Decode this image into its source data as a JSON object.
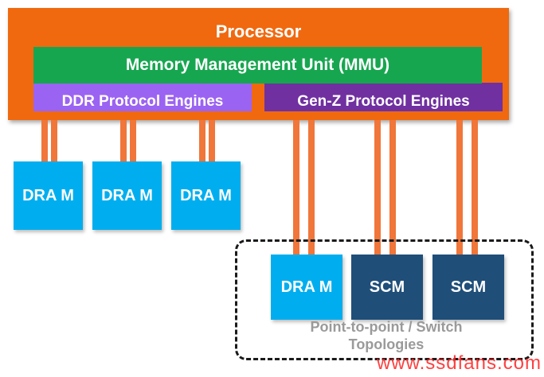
{
  "processor": {
    "label": "Processor",
    "mmu_label": "Memory Management Unit (MMU)",
    "ddr_engines_label": "DDR Protocol Engines",
    "genz_engines_label": "Gen-Z Protocol Engines"
  },
  "ddr_memory": [
    "DRA M",
    "DRA M",
    "DRA M"
  ],
  "genz_memory": [
    "DRA M",
    "SCM",
    "SCM"
  ],
  "topology_label": "Point-to-point / Switch Topologies",
  "watermark": "www.ssdfans.com",
  "colors": {
    "processor": "#f0690f",
    "mmu": "#17a650",
    "ddr_engines": "#9b63f2",
    "genz_engines": "#7030a0",
    "dram": "#00aeef",
    "scm": "#1f4e79",
    "link": "#f0763a"
  }
}
